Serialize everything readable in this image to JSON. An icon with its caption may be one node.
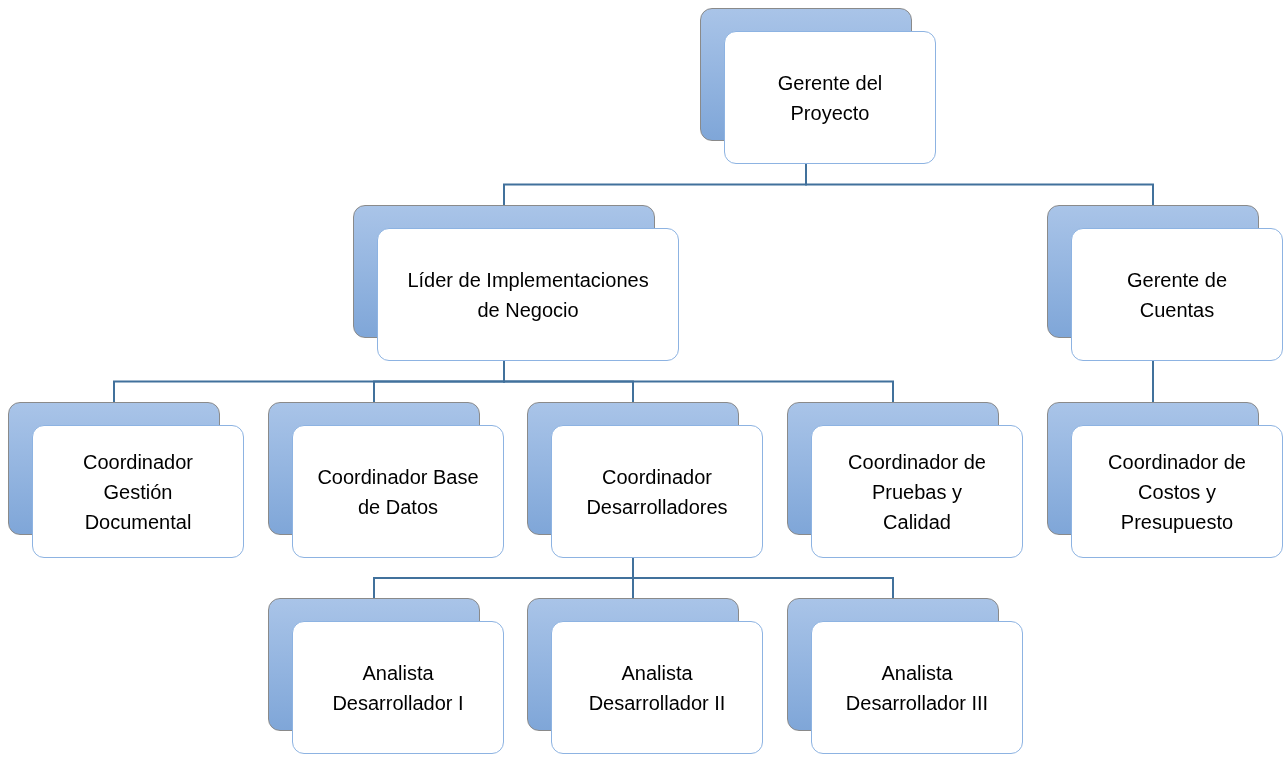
{
  "diagram": {
    "nodes": [
      {
        "text": [
          "Gerente del Proyecto"
        ]
      },
      {
        "text": [
          "Líder de Implementaciones de Negocio"
        ]
      },
      {
        "text": [
          "Gerente de Cuentas"
        ]
      },
      {
        "text": [
          "Coordinador Gestión Documental"
        ]
      },
      {
        "text": [
          "Coordinador Base de Datos"
        ]
      },
      {
        "text": [
          "Coordinador Desarrolladores"
        ]
      },
      {
        "text": [
          "Coordinador de Pruebas y Calidad"
        ]
      },
      {
        "text": [
          "Coordinador de Costos y Presupuesto"
        ]
      },
      {
        "text": [
          "Analista Desarrollador I"
        ]
      },
      {
        "text": [
          "Analista Desarrollador II"
        ]
      },
      {
        "text": [
          "Analista Desarrollador III"
        ]
      }
    ],
    "edges": [
      {
        "from": 0,
        "to": 1,
        "arrow": "none"
      },
      {
        "from": 0,
        "to": 2,
        "arrow": "none"
      },
      {
        "from": 1,
        "to": 3,
        "arrow": "none"
      },
      {
        "from": 1,
        "to": 4,
        "arrow": "none"
      },
      {
        "from": 1,
        "to": 5,
        "arrow": "none"
      },
      {
        "from": 1,
        "to": 6,
        "arrow": "none"
      },
      {
        "from": 2,
        "to": 7,
        "arrow": "none"
      },
      {
        "from": 5,
        "to": 8,
        "arrow": "none"
      },
      {
        "from": 5,
        "to": 9,
        "arrow": "none"
      },
      {
        "from": 5,
        "to": 10,
        "arrow": "none"
      }
    ]
  }
}
